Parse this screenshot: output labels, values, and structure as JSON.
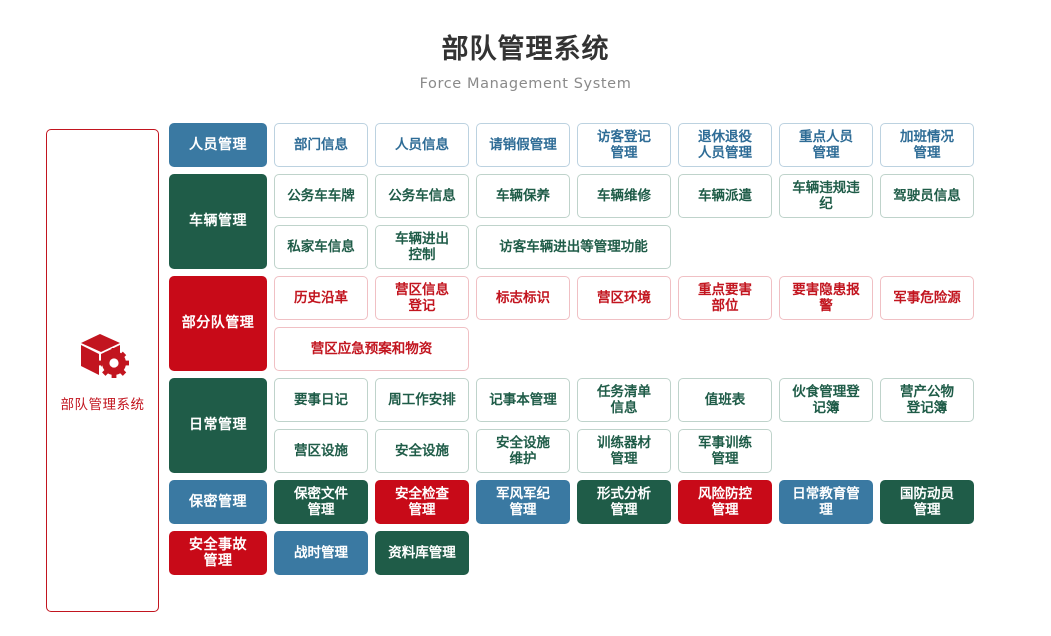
{
  "header": {
    "title": "部队管理系统",
    "subtitle": "Force Management System"
  },
  "logo": {
    "icon": "cube-gear-icon",
    "label": "部队管理系统",
    "frame_color": "#c2151f",
    "icon_color": "#c2151f"
  },
  "colors": {
    "blue": "#3a79a2",
    "green": "#1f5c48",
    "red": "#c80a18",
    "outline_blue_border": "#bcd2e0",
    "outline_green_border": "#bfd3cb",
    "outline_red_border": "#f0c0c4",
    "title": "#333333",
    "subtitle": "#8a8a8a"
  },
  "rows": [
    {
      "head": "人员管理",
      "head_style": "head-blue",
      "subrows": [
        [
          {
            "label": "部门信息",
            "style": "out-blue",
            "w": "w1"
          },
          {
            "label": "人员信息",
            "style": "out-blue",
            "w": "w1"
          },
          {
            "label": "请销假管理",
            "style": "out-blue",
            "w": "w1"
          },
          {
            "label": "访客登记\n管理",
            "style": "out-blue",
            "w": "w1"
          },
          {
            "label": "退休退役\n人员管理",
            "style": "out-blue",
            "w": "w1"
          },
          {
            "label": "重点人员\n管理",
            "style": "out-blue",
            "w": "w1"
          },
          {
            "label": "加班情况\n管理",
            "style": "out-blue",
            "w": "w1"
          }
        ]
      ]
    },
    {
      "head": "车辆管理",
      "head_style": "head-green",
      "subrows": [
        [
          {
            "label": "公务车车牌",
            "style": "out-green",
            "w": "w1"
          },
          {
            "label": "公务车信息",
            "style": "out-green",
            "w": "w1"
          },
          {
            "label": "车辆保养",
            "style": "out-green",
            "w": "w1"
          },
          {
            "label": "车辆维修",
            "style": "out-green",
            "w": "w1"
          },
          {
            "label": "车辆派遣",
            "style": "out-green",
            "w": "w1"
          },
          {
            "label": "车辆违规违纪",
            "style": "out-green",
            "w": "w1"
          },
          {
            "label": "驾驶员信息",
            "style": "out-green",
            "w": "w1"
          }
        ],
        [
          {
            "label": "私家车信息",
            "style": "out-green",
            "w": "w1"
          },
          {
            "label": "车辆进出\n控制",
            "style": "out-green",
            "w": "w1"
          },
          {
            "label": "访客车辆进出等管理功能",
            "style": "out-green",
            "w": "w2"
          }
        ]
      ]
    },
    {
      "head": "部分队管理",
      "head_style": "head-red",
      "subrows": [
        [
          {
            "label": "历史沿革",
            "style": "out-red",
            "w": "w1"
          },
          {
            "label": "营区信息\n登记",
            "style": "out-red",
            "w": "w1"
          },
          {
            "label": "标志标识",
            "style": "out-red",
            "w": "w1"
          },
          {
            "label": "营区环境",
            "style": "out-red",
            "w": "w1"
          },
          {
            "label": "重点要害\n部位",
            "style": "out-red",
            "w": "w1"
          },
          {
            "label": "要害隐患报警",
            "style": "out-red",
            "w": "w1"
          },
          {
            "label": "军事危险源",
            "style": "out-red",
            "w": "w1"
          }
        ],
        [
          {
            "label": "营区应急预案和物资",
            "style": "out-red",
            "w": "w2"
          }
        ]
      ]
    },
    {
      "head": "日常管理",
      "head_style": "head-green",
      "subrows": [
        [
          {
            "label": "要事日记",
            "style": "out-green",
            "w": "w1"
          },
          {
            "label": "周工作安排",
            "style": "out-green",
            "w": "w1"
          },
          {
            "label": "记事本管理",
            "style": "out-green",
            "w": "w1"
          },
          {
            "label": "任务清单\n信息",
            "style": "out-green",
            "w": "w1"
          },
          {
            "label": "值班表",
            "style": "out-green",
            "w": "w1"
          },
          {
            "label": "伙食管理登记簿",
            "style": "out-green",
            "w": "w1"
          },
          {
            "label": "营产公物\n登记簿",
            "style": "out-green",
            "w": "w1"
          }
        ],
        [
          {
            "label": "营区设施",
            "style": "out-green",
            "w": "w1"
          },
          {
            "label": "安全设施",
            "style": "out-green",
            "w": "w1"
          },
          {
            "label": "安全设施\n维护",
            "style": "out-green",
            "w": "w1"
          },
          {
            "label": "训练器材\n管理",
            "style": "out-green",
            "w": "w1"
          },
          {
            "label": "军事训练\n管理",
            "style": "out-green",
            "w": "w1"
          }
        ]
      ]
    },
    {
      "head": "保密管理",
      "head_style": "head-blue",
      "subrows": [
        [
          {
            "label": "保密文件\n管理",
            "style": "sol-green",
            "w": "w1"
          },
          {
            "label": "安全检查\n管理",
            "style": "sol-red",
            "w": "w1"
          },
          {
            "label": "军风军纪\n管理",
            "style": "sol-blue",
            "w": "w1"
          },
          {
            "label": "形式分析\n管理",
            "style": "sol-green",
            "w": "w1"
          },
          {
            "label": "风险防控\n管理",
            "style": "sol-red",
            "w": "w1"
          },
          {
            "label": "日常教育管理",
            "style": "sol-blue",
            "w": "w1"
          },
          {
            "label": "国防动员\n管理",
            "style": "sol-green",
            "w": "w1"
          }
        ]
      ]
    },
    {
      "head": "安全事故\n管理",
      "head_style": "head-red",
      "subrows": [
        [
          {
            "label": "战时管理",
            "style": "sol-blue",
            "w": "w1"
          },
          {
            "label": "资料库管理",
            "style": "sol-green",
            "w": "w1"
          }
        ]
      ]
    }
  ]
}
